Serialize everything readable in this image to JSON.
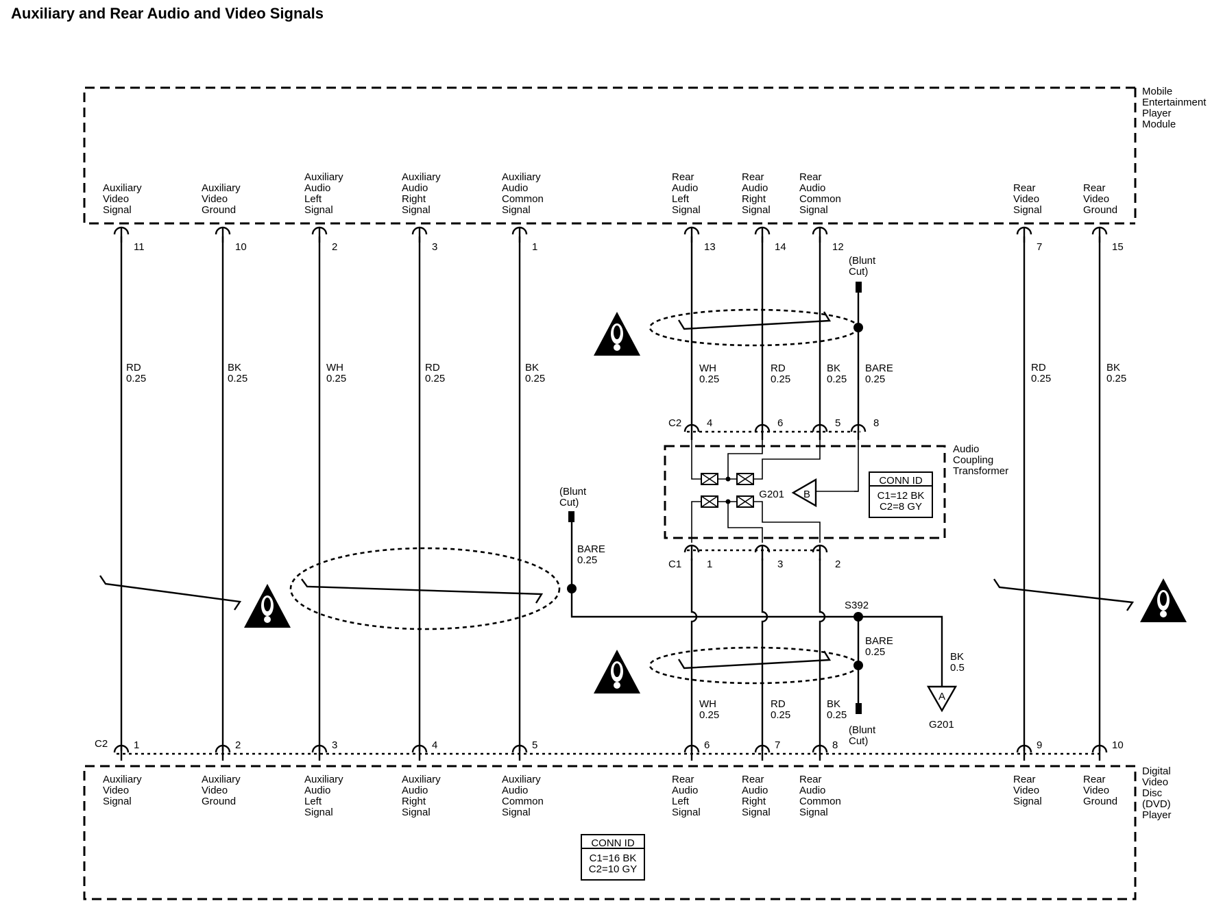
{
  "title": "Auxiliary and Rear Audio and Video Signals",
  "modules": {
    "top_name": [
      "Mobile",
      "Entertainment",
      "Player",
      "Module"
    ],
    "bottom_name": [
      "Digital",
      "Video",
      "Disc",
      "(DVD)",
      "Player"
    ],
    "transformer_name": [
      "Audio",
      "Coupling",
      "Transformer"
    ]
  },
  "connector_labels": {
    "c1": "C1",
    "c2": "C2"
  },
  "top_signals": [
    {
      "lines": [
        "Auxiliary",
        "Video",
        "Signal"
      ],
      "pin": "11",
      "color": "RD",
      "gauge": "0.25"
    },
    {
      "lines": [
        "Auxiliary",
        "Video",
        "Ground"
      ],
      "pin": "10",
      "color": "BK",
      "gauge": "0.25"
    },
    {
      "lines": [
        "Auxiliary",
        "Audio",
        "Left",
        "Signal"
      ],
      "pin": "2",
      "color": "WH",
      "gauge": "0.25"
    },
    {
      "lines": [
        "Auxiliary",
        "Audio",
        "Right",
        "Signal"
      ],
      "pin": "3",
      "color": "RD",
      "gauge": "0.25"
    },
    {
      "lines": [
        "Auxiliary",
        "Audio",
        "Common",
        "Signal"
      ],
      "pin": "1",
      "color": "BK",
      "gauge": "0.25"
    },
    {
      "lines": [
        "Rear",
        "Audio",
        "Left",
        "Signal"
      ],
      "pin": "13",
      "color": "WH",
      "gauge": "0.25"
    },
    {
      "lines": [
        "Rear",
        "Audio",
        "Right",
        "Signal"
      ],
      "pin": "14",
      "color": "RD",
      "gauge": "0.25"
    },
    {
      "lines": [
        "Rear",
        "Audio",
        "Common",
        "Signal"
      ],
      "pin": "12",
      "color": "BK",
      "gauge": "0.25"
    },
    {
      "lines": [
        "Rear",
        "Video",
        "Signal"
      ],
      "pin": "7",
      "color": "RD",
      "gauge": "0.25"
    },
    {
      "lines": [
        "Rear",
        "Video",
        "Ground"
      ],
      "pin": "15",
      "color": "BK",
      "gauge": "0.25"
    }
  ],
  "bottom_signals": [
    {
      "lines": [
        "Auxiliary",
        "Video",
        "Signal"
      ],
      "pin": "1"
    },
    {
      "lines": [
        "Auxiliary",
        "Video",
        "Ground"
      ],
      "pin": "2"
    },
    {
      "lines": [
        "Auxiliary",
        "Audio",
        "Left",
        "Signal"
      ],
      "pin": "3"
    },
    {
      "lines": [
        "Auxiliary",
        "Audio",
        "Right",
        "Signal"
      ],
      "pin": "4"
    },
    {
      "lines": [
        "Auxiliary",
        "Audio",
        "Common",
        "Signal"
      ],
      "pin": "5"
    },
    {
      "lines": [
        "Rear",
        "Audio",
        "Left",
        "Signal"
      ],
      "pin": "6"
    },
    {
      "lines": [
        "Rear",
        "Audio",
        "Right",
        "Signal"
      ],
      "pin": "7"
    },
    {
      "lines": [
        "Rear",
        "Audio",
        "Common",
        "Signal"
      ],
      "pin": "8"
    },
    {
      "lines": [
        "Rear",
        "Video",
        "Signal"
      ],
      "pin": "9"
    },
    {
      "lines": [
        "Rear",
        "Video",
        "Ground"
      ],
      "pin": "10"
    }
  ],
  "transformer_c2_pins": [
    "4",
    "6",
    "5",
    "8"
  ],
  "transformer_c1_pins": [
    "1",
    "3",
    "2"
  ],
  "lower_rear_wires": [
    {
      "color": "WH",
      "gauge": "0.25"
    },
    {
      "color": "RD",
      "gauge": "0.25"
    },
    {
      "color": "BK",
      "gauge": "0.25"
    }
  ],
  "bare": {
    "color": "BARE",
    "gauge": "0.25"
  },
  "blunt_cut": [
    "(Blunt",
    "Cut)"
  ],
  "ground_wire": {
    "color": "BK",
    "gauge": "0.5"
  },
  "splice": "S392",
  "grounds": {
    "a_letter": "A",
    "b_letter": "B",
    "name": "G201"
  },
  "conn_id_transformer": {
    "header": "CONN ID",
    "lines": [
      "C1=12 BK",
      "C2=8 GY"
    ]
  },
  "conn_id_dvd": {
    "header": "CONN ID",
    "lines": [
      "C1=16 BK",
      "C2=10 GY"
    ]
  },
  "caution_icon": "warning-triangle-icon"
}
